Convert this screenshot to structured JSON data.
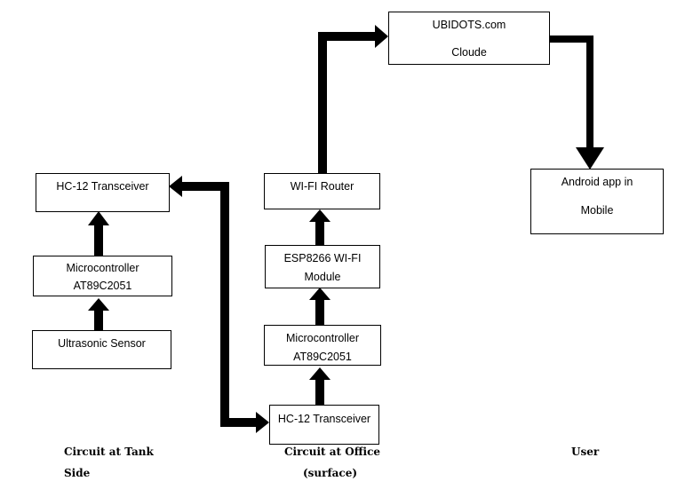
{
  "tank_side": {
    "transceiver": "HC-12 Transceiver",
    "microcontroller": [
      "Microcontroller",
      "AT89C2051"
    ],
    "sensor": "Ultrasonic Sensor",
    "caption": [
      "Circuit at Tank",
      "Side"
    ]
  },
  "office": {
    "transceiver": "HC-12 Transceiver",
    "microcontroller": [
      "Microcontroller",
      "AT89C2051"
    ],
    "esp_module": [
      "ESP8266 WI-FI",
      "Module"
    ],
    "router": "WI-FI Router",
    "caption": [
      "Circuit at Office",
      "(surface)"
    ]
  },
  "cloud": [
    "UBIDOTS.com",
    "Cloude"
  ],
  "user": {
    "app": [
      "Android app in",
      "Mobile"
    ],
    "caption": "User"
  }
}
